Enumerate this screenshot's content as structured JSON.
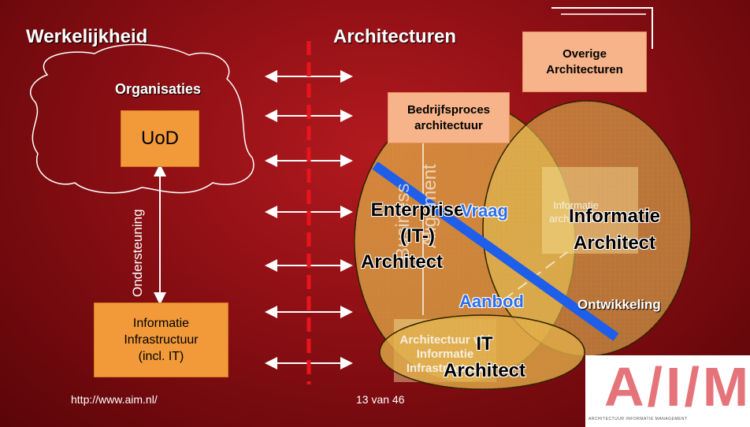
{
  "left_title": "Werkelijkheid",
  "right_title": "Architecturen",
  "organisations_label": "Organisaties",
  "uod_label": "UoD",
  "support_label": "Ondersteuning",
  "infra_box": {
    "line1": "Informatie",
    "line2": "Infrastructuur",
    "line3": "(incl. IT)"
  },
  "other_arch_box": {
    "line1": "Overige",
    "line2": "Architecturen"
  },
  "business_process_box": {
    "line1": "Bedrijfsproces",
    "line2": "architectuur"
  },
  "info_arch_box": {
    "line1": "Informatie",
    "line2": "architectuur"
  },
  "it_arch_box": {
    "line1": "Architectuur v/d",
    "line2": "Informatie",
    "line3": "Infrastructuur"
  },
  "enterprise_architect": {
    "line1": "Enterprise",
    "line2": "(IT-)",
    "line3": "Architect"
  },
  "information_architect": {
    "line1": "Informatie",
    "line2": "Architect"
  },
  "it_architect": {
    "line1": "IT",
    "line2": "Architect"
  },
  "demand_label": "Vraag",
  "supply_label": "Aanbod",
  "development_label": "Ontwikkeling",
  "business_label": "Business",
  "alignment_label": "Alignment",
  "url": "http://www.aim.nl/",
  "page_number": "13 van 46",
  "logo": {
    "text": "A/I/M",
    "tagline": "ARCHITECTUUR INFORMATIE MANAGEMENT"
  },
  "colors": {
    "background": "#8c0f14",
    "orange_box": "#f29a3a",
    "peach_box": "#f7b48a",
    "ellipse": "#e8b84a",
    "blue_line": "#1e5ee8",
    "dashed_line": "#e8141e"
  }
}
